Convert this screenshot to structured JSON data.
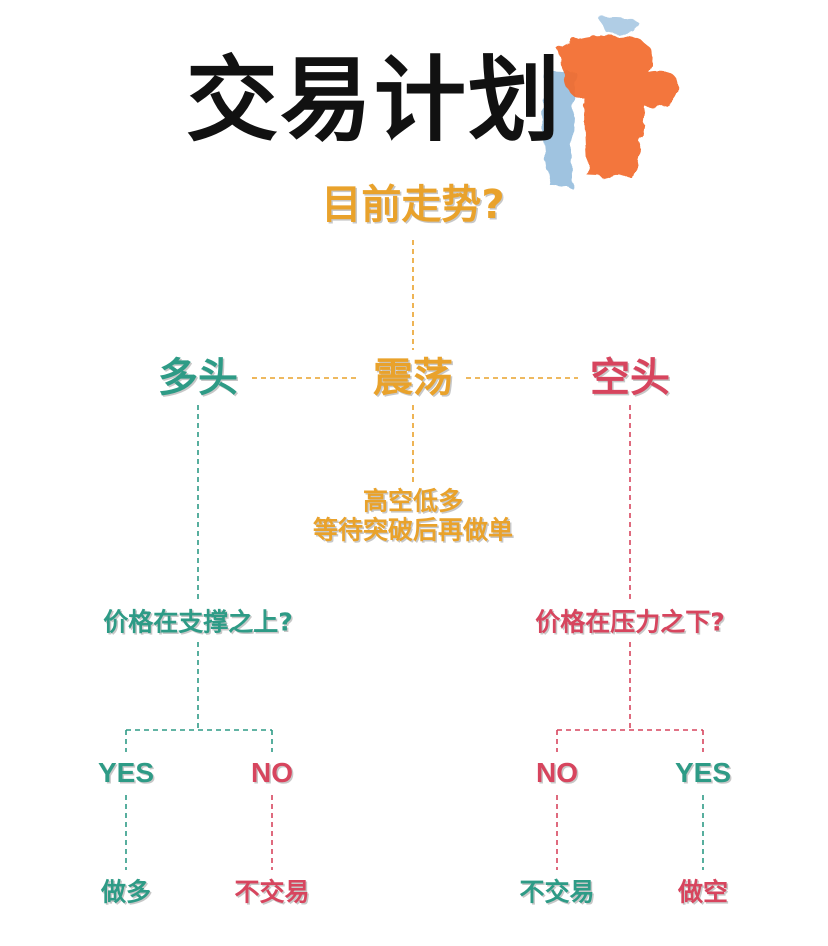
{
  "title": "交易计划",
  "colors": {
    "title": "#111111",
    "orange": "#E9A22B",
    "green": "#2E9B86",
    "red": "#D7455E",
    "brush_orange": "#F26A2A",
    "brush_blue": "#8EB8DA"
  },
  "decoration": "orange-blue-paint-stroke",
  "flowchart": {
    "question": "目前走势?",
    "branches": {
      "bull": "多头",
      "range": "震荡",
      "bear": "空头"
    },
    "range_advice": {
      "line1": "高空低多",
      "line2": "等待突破后再做单"
    },
    "bull_question": "价格在支撑之上?",
    "bear_question": "价格在压力之下?",
    "bull_yes": "YES",
    "bull_no": "NO",
    "bear_no": "NO",
    "bear_yes": "YES",
    "bull_yes_action": "做多",
    "bull_no_action": "不交易",
    "bear_no_action": "不交易",
    "bear_yes_action": "做空"
  }
}
